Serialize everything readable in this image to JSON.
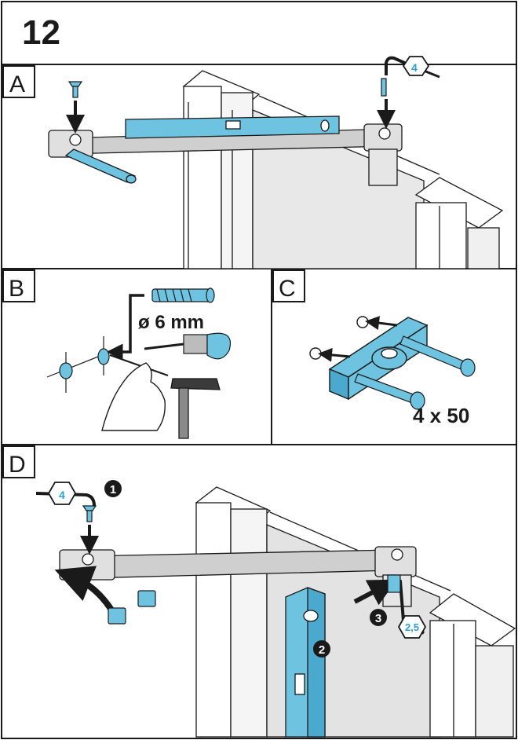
{
  "step": {
    "number": "12"
  },
  "panels": {
    "a": {
      "label": "A",
      "hex_size": "4"
    },
    "b": {
      "label": "B",
      "drill_size": "ø 6 mm"
    },
    "c": {
      "label": "C",
      "screw_size": "4 x 50"
    },
    "d": {
      "label": "D",
      "hex_size_left": "4",
      "hex_size_right": "2,5",
      "steps": [
        "1",
        "2",
        "3"
      ]
    }
  },
  "colors": {
    "part_blue": "#6ec3e0",
    "metal_grey": "#c9c9c9",
    "glass": "#e3e3e3",
    "ink": "#1a1a1a"
  },
  "icons": [
    "screw-icon",
    "hex-key-icon",
    "arrow-icon",
    "spirit-level-icon",
    "drill-bit-icon",
    "wall-plug-icon",
    "hammer-icon",
    "hand-icon",
    "bracket-icon",
    "cover-cap-icon"
  ]
}
